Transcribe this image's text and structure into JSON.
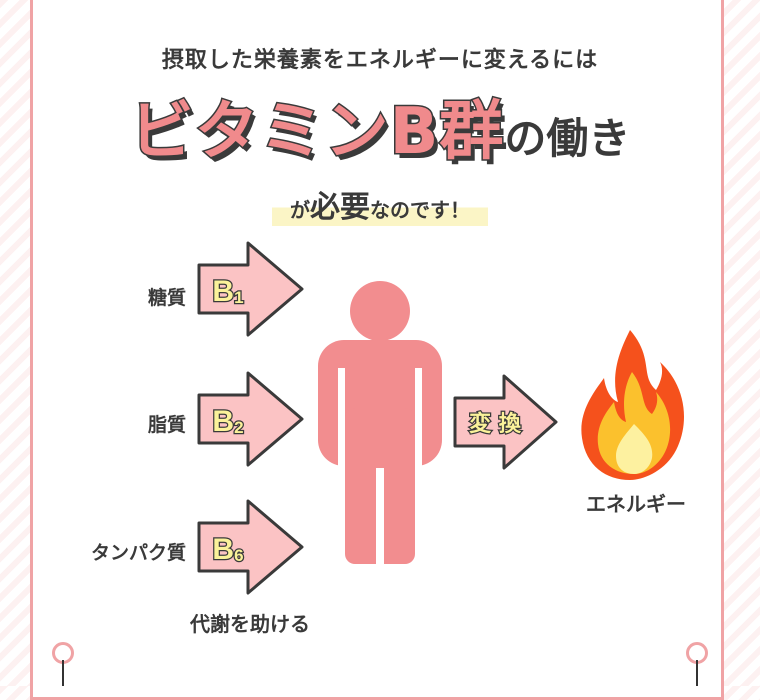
{
  "header": {
    "subtitle": "摂取した栄養素をエネルギーに変えるには",
    "title_main": "ビタミンB群",
    "title_suffix": "の働き",
    "need_prefix": "が",
    "need_emphasis": "必要",
    "need_suffix": "なのです！"
  },
  "nutrients": [
    {
      "label": "糖質",
      "vitamin": "B",
      "sub": "1"
    },
    {
      "label": "脂質",
      "vitamin": "B",
      "sub": "2"
    },
    {
      "label": "タンパク質",
      "vitamin": "B",
      "sub": "6"
    }
  ],
  "convert_label": "変 換",
  "energy_label": "エネルギー",
  "caption": "代謝を助ける",
  "colors": {
    "pink": "#f08a8c",
    "light_pink": "#fbc3c4",
    "border": "#f0a3a5",
    "dark": "#3a3a3a",
    "yellow": "#fbf29a",
    "flame_orange": "#f5511c",
    "flame_yellow": "#fbc12d"
  }
}
